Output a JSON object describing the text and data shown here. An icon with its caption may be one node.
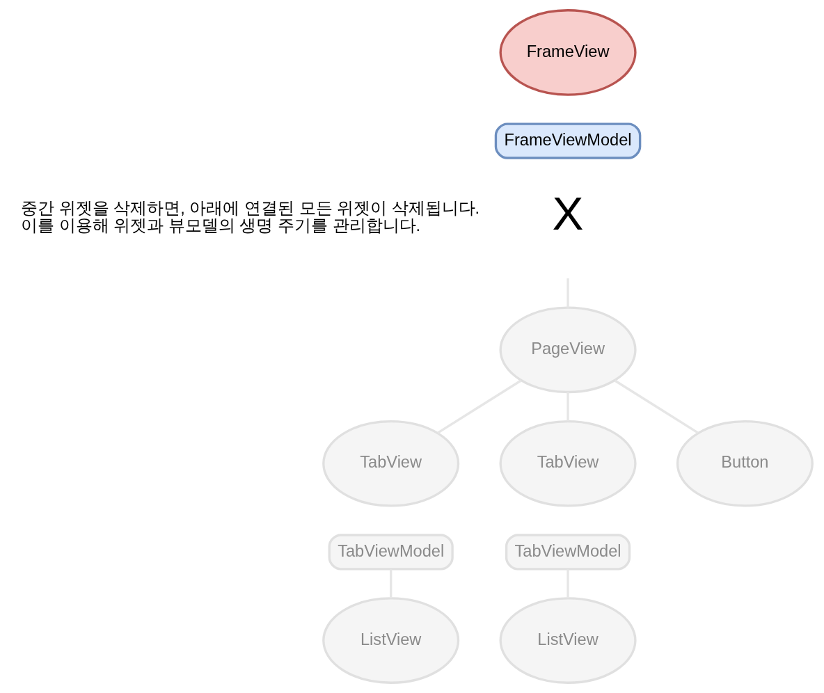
{
  "diagram": {
    "nodes": [
      {
        "text": [
          "FrameView"
        ]
      },
      {
        "text": [
          "FrameViewModel"
        ]
      },
      {
        "text": [
          "PageView"
        ]
      },
      {
        "text": [
          "TabView"
        ]
      },
      {
        "text": [
          "TabViewModel"
        ]
      },
      {
        "text": [
          "TabView"
        ]
      },
      {
        "text": [
          "TabViewModel"
        ]
      },
      {
        "text": [
          "Button"
        ]
      },
      {
        "text": [
          "ListView"
        ]
      },
      {
        "text": [
          "ListView"
        ]
      }
    ],
    "edges": [
      {
        "from": null,
        "to": 2,
        "arrow": "none"
      },
      {
        "from": 2,
        "to": 3,
        "arrow": "none"
      },
      {
        "from": 2,
        "to": 5,
        "arrow": "none"
      },
      {
        "from": 2,
        "to": 7,
        "arrow": "none"
      },
      {
        "from": 4,
        "to": 8,
        "arrow": "none"
      },
      {
        "from": 6,
        "to": 9,
        "arrow": "none"
      }
    ],
    "labels": [
      "중간 위젯을 삭제하면, 아래에 연결된 모든 위젯이 삭제됩니다. 이를 이용해 위젯과 뷰모델의 생명 주기를 관리합니다.",
      "X"
    ]
  }
}
